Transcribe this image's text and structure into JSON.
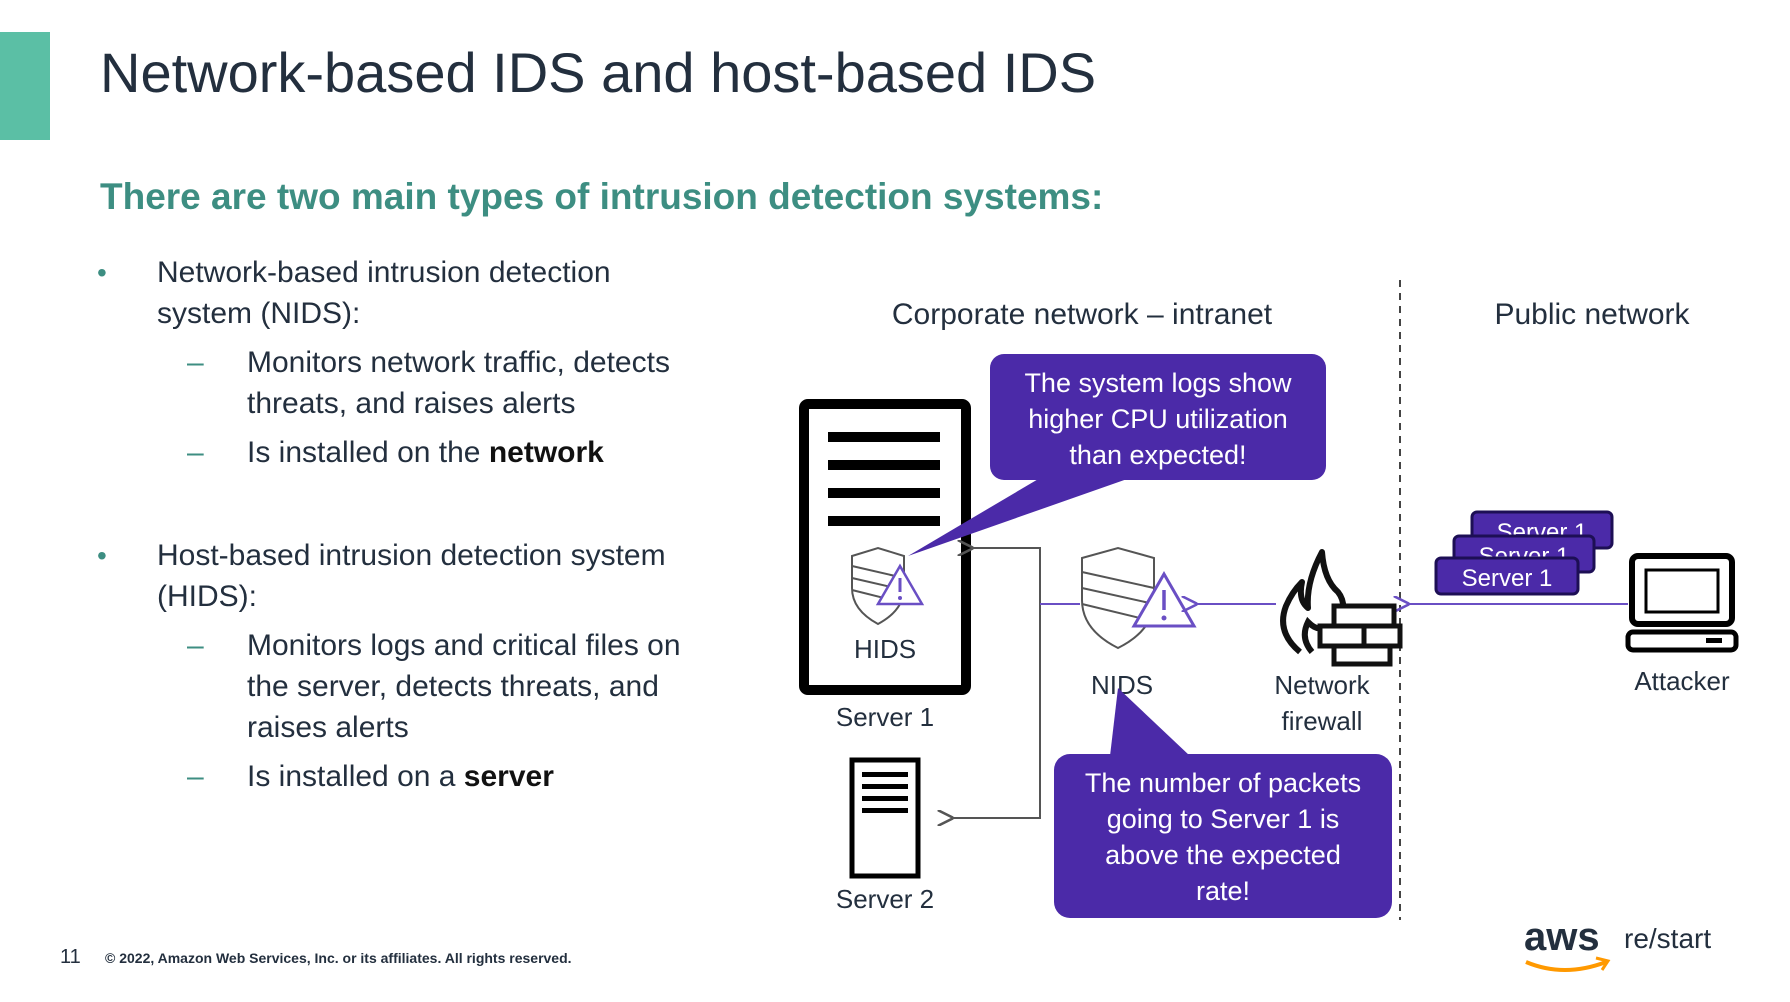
{
  "slide": {
    "title": "Network-based IDS and host-based IDS",
    "subtitle": "There are two main types of intrusion detection systems:",
    "page_number": "11",
    "copyright": "© 2022, Amazon Web Services, Inc. or its affiliates. All rights reserved.",
    "logo_text": "re/start",
    "brand_text": "aws"
  },
  "bullets": {
    "nids": {
      "heading": "Network-based intrusion detection system (NIDS):",
      "sub1": "Monitors network traffic, detects threats, and raises alerts",
      "sub2_prefix": "Is installed on the ",
      "sub2_bold": "network"
    },
    "hids": {
      "heading": "Host-based intrusion detection system (HIDS):",
      "sub1": "Monitors logs and critical files on the server, detects threats, and raises alerts",
      "sub2_prefix": "Is installed on a ",
      "sub2_bold": "server"
    },
    "bullet_char": "•",
    "dash_char": "–"
  },
  "diagram": {
    "corporate_label": "Corporate network – intranet",
    "public_label": "Public network",
    "server1_label": "Server 1",
    "server2_label": "Server 2",
    "hids_label": "HIDS",
    "nids_label": "NIDS",
    "firewall_label_1": "Network",
    "firewall_label_2": "firewall",
    "attacker_label": "Attacker",
    "packet_label": "Server 1",
    "callout_top": [
      "The system logs show",
      "higher CPU utilization",
      "than expected!"
    ],
    "callout_bottom": [
      "The number of packets",
      "going to Server 1 is",
      "above the expected",
      "rate!"
    ]
  },
  "colors": {
    "accent": "#5bbfa5",
    "subtitle": "#3d8e82",
    "callout_purple": "#4b2aa8",
    "arrow_purple": "#6a4fc4",
    "aws_orange": "#ff9900",
    "text_dark": "#232f3e"
  },
  "icons": [
    "shield-warning-icon",
    "server-icon",
    "firewall-icon",
    "laptop-icon",
    "aws-smile-icon"
  ]
}
